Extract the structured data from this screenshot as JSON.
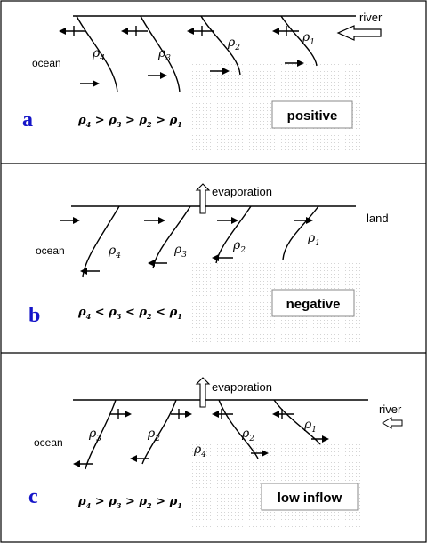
{
  "panels": [
    {
      "letter": "a",
      "ocean": "ocean",
      "boundary_label": "river",
      "labels": [
        {
          "base": "ρ",
          "sub": "4"
        },
        {
          "base": "ρ",
          "sub": "3"
        },
        {
          "base": "ρ",
          "sub": "2"
        },
        {
          "base": "ρ",
          "sub": "1"
        }
      ],
      "relation": {
        "parts": [
          "4",
          " > ",
          "3",
          " > ",
          "2",
          " > ",
          "1"
        ]
      },
      "type_label": "positive"
    },
    {
      "letter": "b",
      "ocean": "ocean",
      "top_label": "evaporation",
      "boundary_label": "land",
      "labels": [
        {
          "base": "ρ",
          "sub": "4"
        },
        {
          "base": "ρ",
          "sub": "3"
        },
        {
          "base": "ρ",
          "sub": "2"
        },
        {
          "base": "ρ",
          "sub": "1"
        }
      ],
      "relation": {
        "parts": [
          "4",
          " < ",
          "3",
          " < ",
          "2",
          " < ",
          "1"
        ]
      },
      "type_label": "negative"
    },
    {
      "letter": "c",
      "ocean": "ocean",
      "top_label": "evaporation",
      "boundary_label": "river",
      "labels": [
        {
          "base": "ρ",
          "sub": "3"
        },
        {
          "base": "ρ",
          "sub": "2"
        },
        {
          "base": "ρ",
          "sub": "4"
        },
        {
          "base": "ρ",
          "sub": "2"
        },
        {
          "base": "ρ",
          "sub": "1"
        }
      ],
      "relation": {
        "parts": [
          "4",
          " > ",
          "3",
          " > ",
          "2",
          " > ",
          "1"
        ]
      },
      "type_label": "low inflow"
    }
  ]
}
